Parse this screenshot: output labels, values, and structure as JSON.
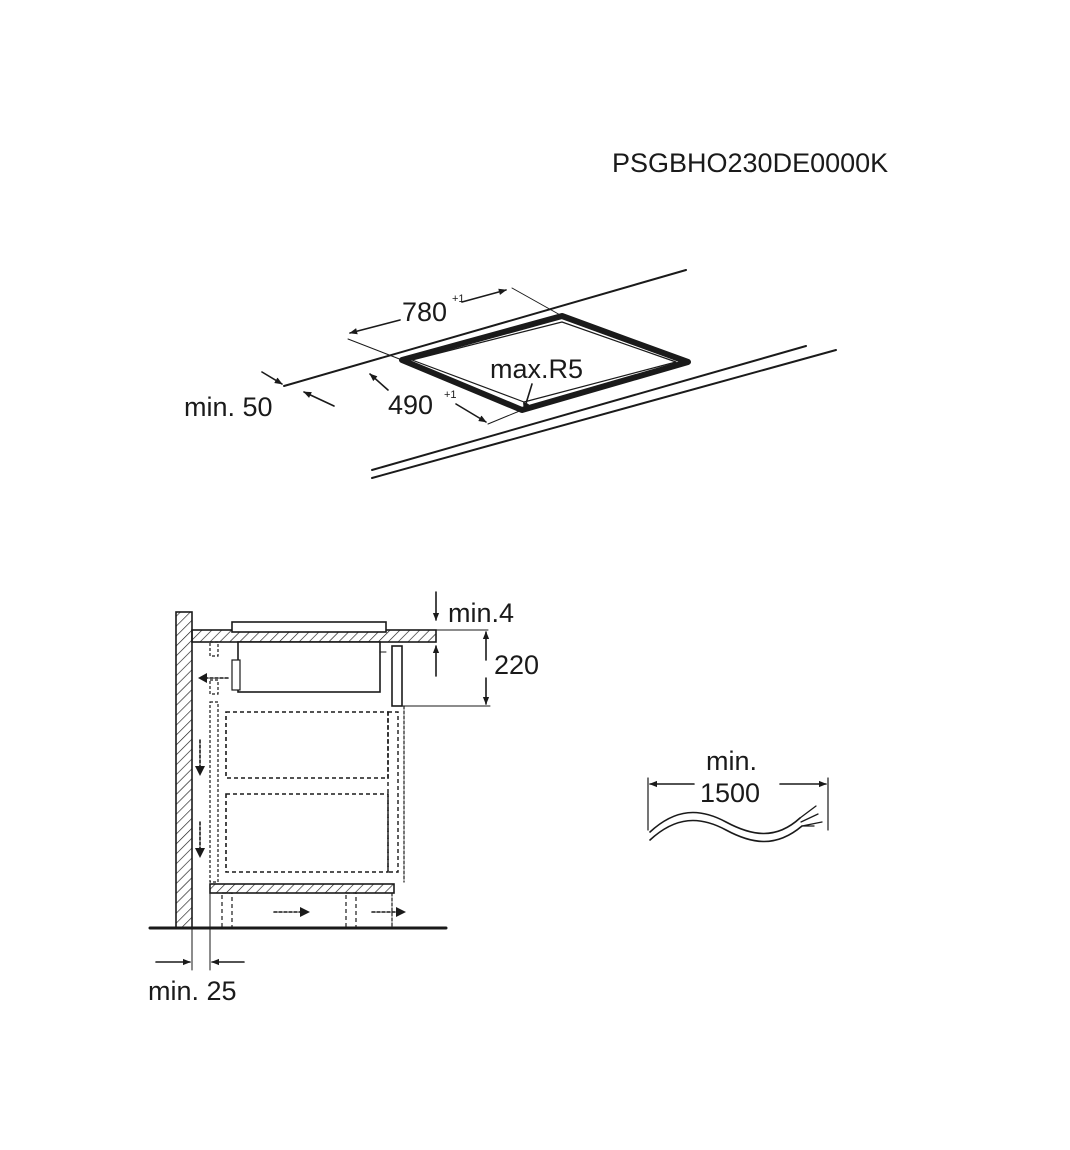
{
  "model_code": "PSGBHO230DE0000K",
  "top_view": {
    "cutout_width": "780",
    "cutout_width_tol": "+1",
    "cutout_depth": "490",
    "cutout_depth_tol": "+1",
    "corner_radius": "max.R5",
    "edge_distance": "min. 50"
  },
  "section_view": {
    "gap_top": "min.4",
    "height": "220",
    "wall_distance": "min. 25"
  },
  "cable": {
    "label_line1": "min.",
    "label_line2": "1500"
  }
}
